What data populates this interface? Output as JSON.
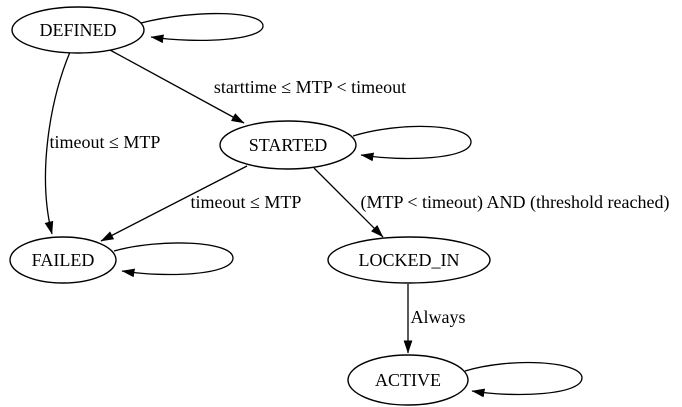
{
  "diagram": {
    "type": "state-machine",
    "background_color": "#ffffff",
    "line_color": "#000000",
    "text_color": "#000000",
    "node_fill_color": "#ffffff",
    "nodes": [
      {
        "id": "defined",
        "label": "DEFINED",
        "self_loop": true
      },
      {
        "id": "started",
        "label": "STARTED",
        "self_loop": true
      },
      {
        "id": "failed",
        "label": "FAILED",
        "self_loop": true
      },
      {
        "id": "locked_in",
        "label": "LOCKED_IN",
        "self_loop": false
      },
      {
        "id": "active",
        "label": "ACTIVE",
        "self_loop": true
      }
    ],
    "edges": [
      {
        "from": "DEFINED",
        "to": "STARTED",
        "label": "starttime ≤ MTP < timeout"
      },
      {
        "from": "DEFINED",
        "to": "FAILED",
        "label": "timeout ≤ MTP"
      },
      {
        "from": "STARTED",
        "to": "FAILED",
        "label": "timeout ≤ MTP"
      },
      {
        "from": "STARTED",
        "to": "LOCKED_IN",
        "label": "(MTP < timeout) AND (threshold reached)"
      },
      {
        "from": "LOCKED_IN",
        "to": "ACTIVE",
        "label": "Always"
      }
    ],
    "icons": {
      "arrowhead": "filled-triangle"
    }
  }
}
